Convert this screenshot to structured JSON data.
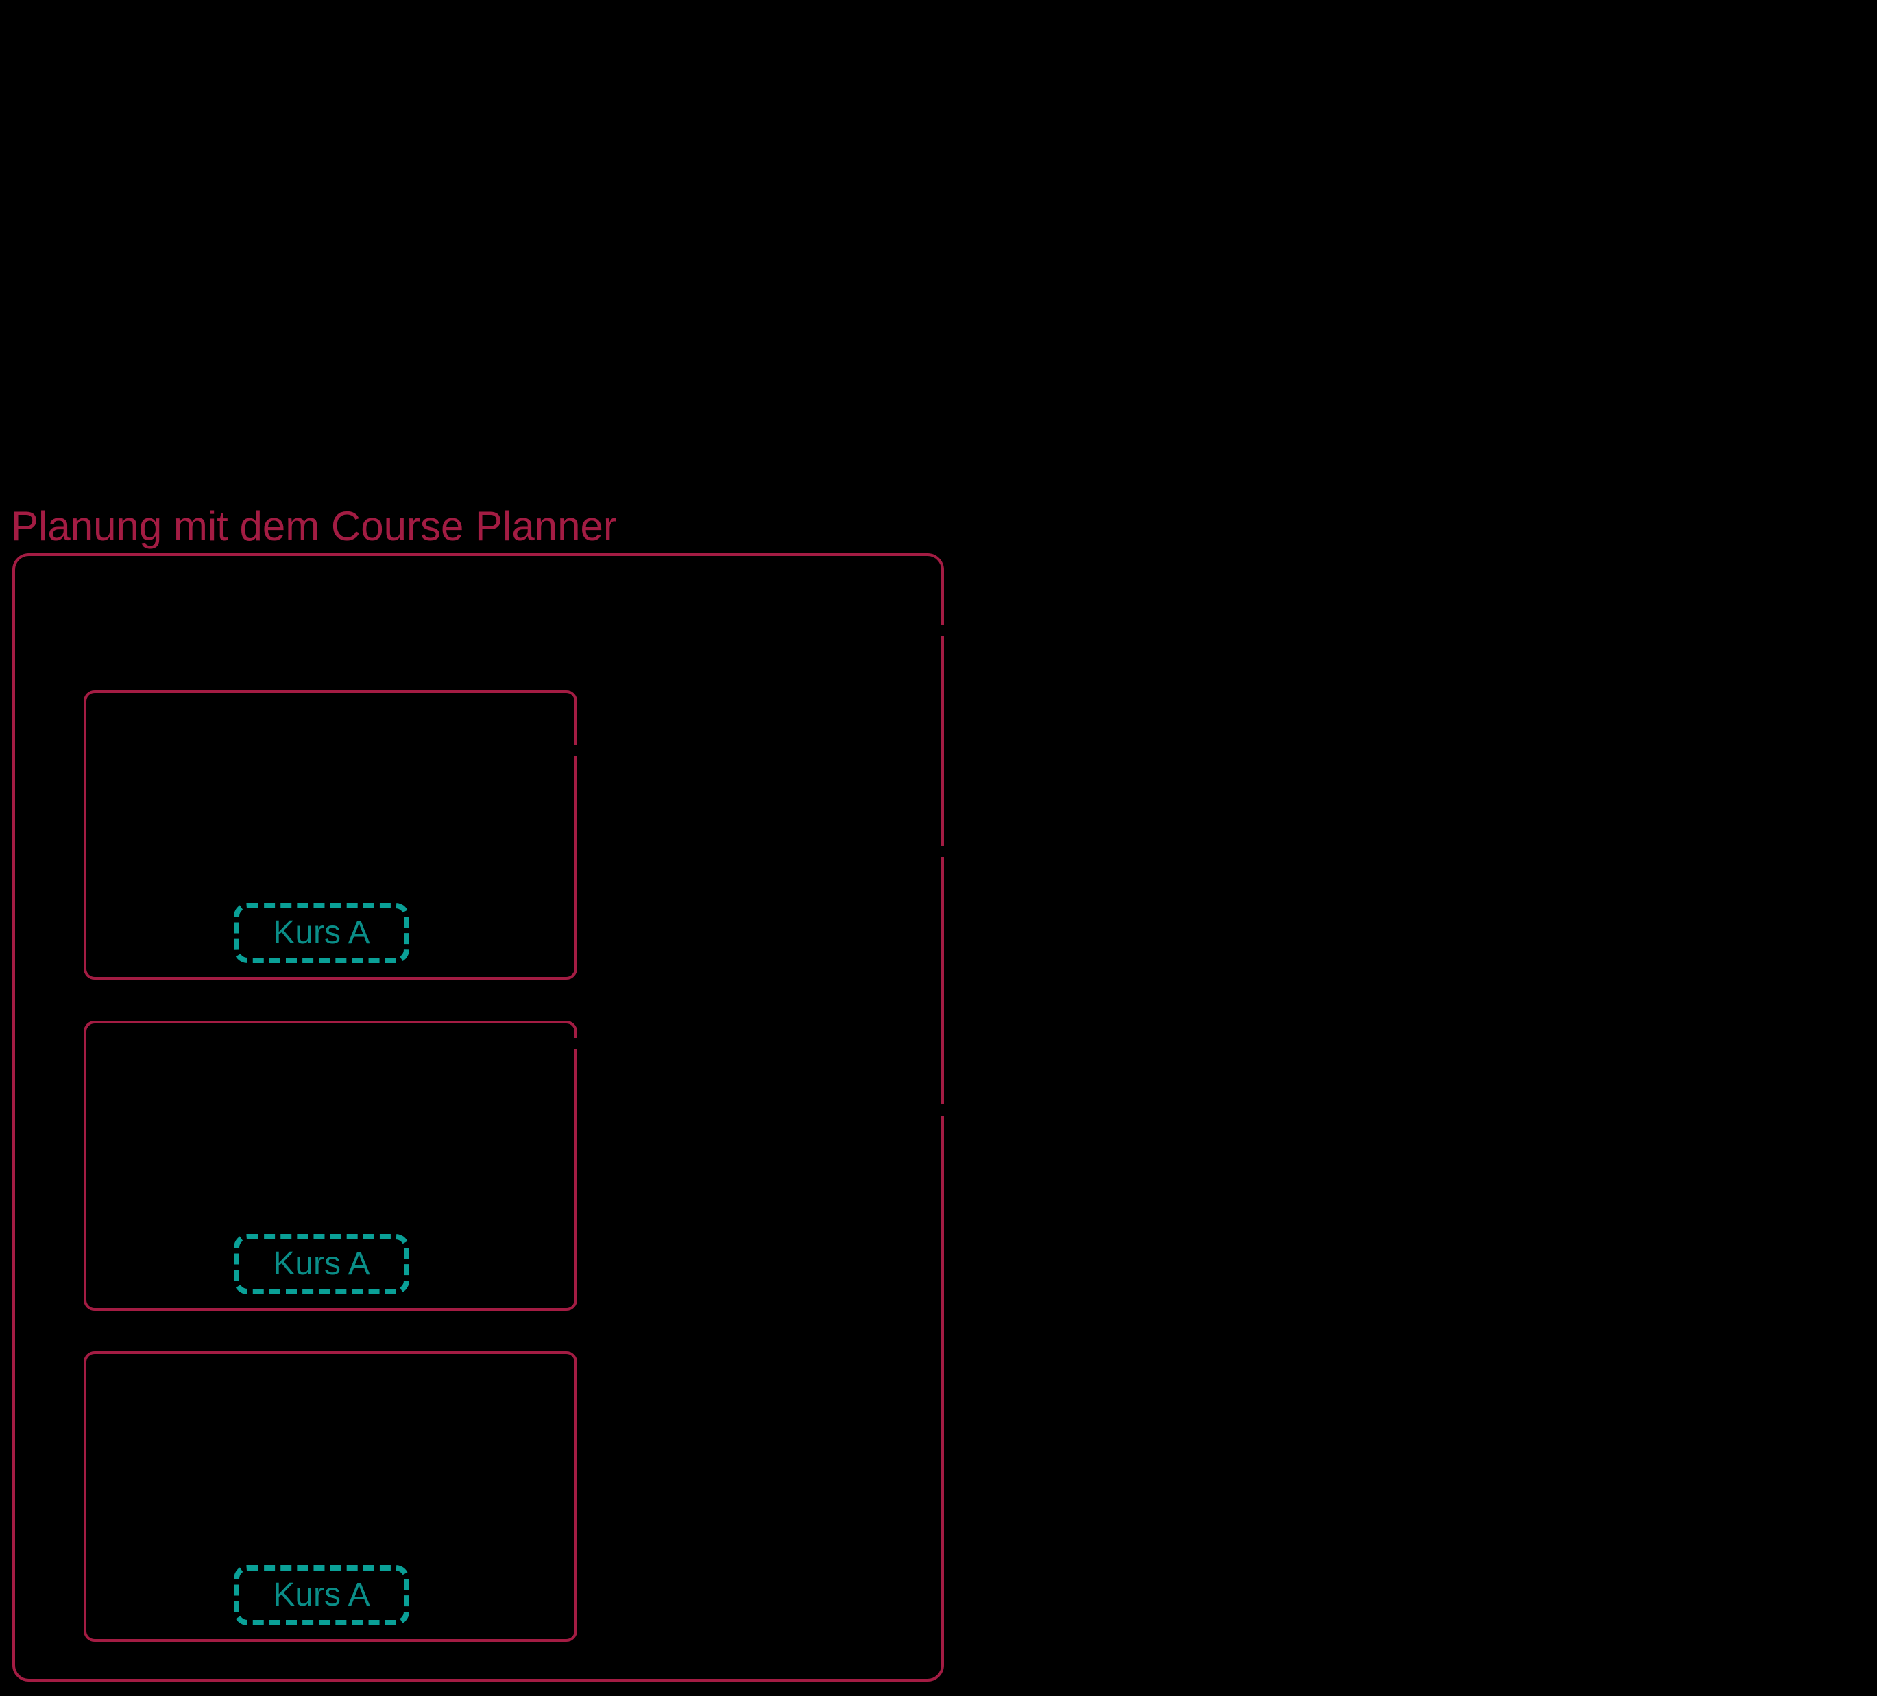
{
  "diagram": {
    "title": "Planung mit dem Course Planner",
    "colors": {
      "background": "#000000",
      "accent": "#a31c43",
      "teal_stroke": "#0aa097",
      "teal_text": "#0a8e88"
    },
    "planner": {
      "semesters": [
        {
          "course_label": "Kurs A"
        },
        {
          "course_label": "Kurs A"
        },
        {
          "course_label": "Kurs A"
        }
      ]
    }
  }
}
